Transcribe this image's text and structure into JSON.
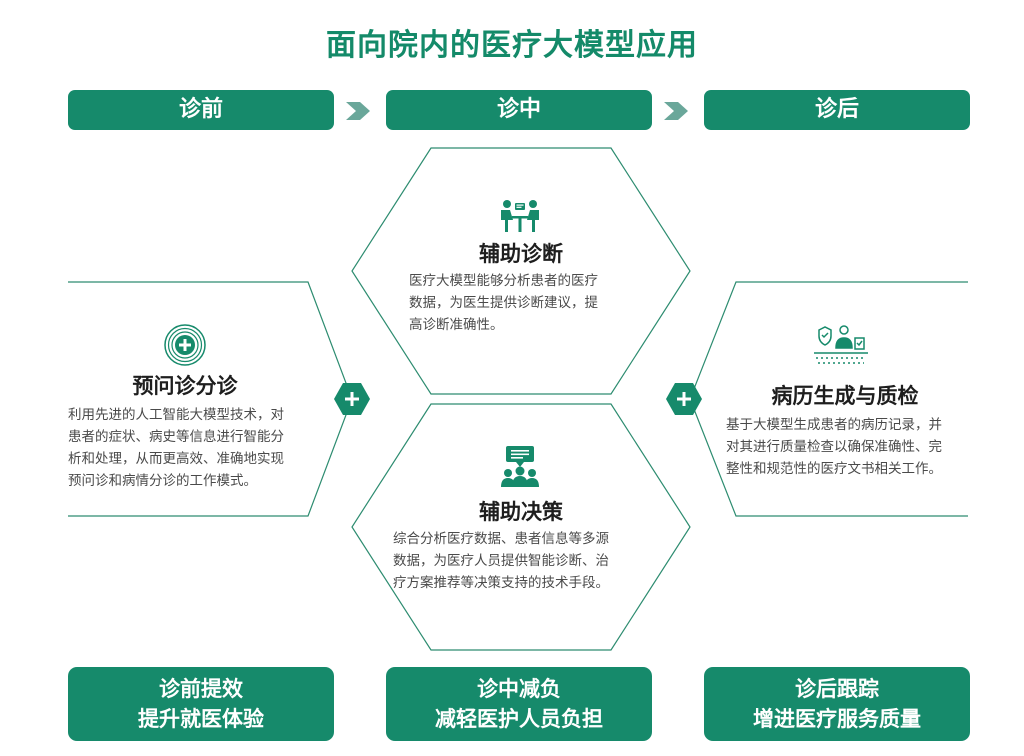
{
  "title": "面向院内的医疗大模型应用",
  "stages": [
    "诊前",
    "诊中",
    "诊后"
  ],
  "cards": {
    "pre": {
      "title": "预问诊分诊",
      "desc": [
        "利用先进的人工智能大模型技术，对",
        "患者的症状、病史等信息进行智能分",
        "析和处理，从而更高效、准确地实现",
        "预问诊和病情分诊的工作模式。"
      ],
      "icon": "plus-target-icon"
    },
    "diagnosis": {
      "title": "辅助诊断",
      "desc": [
        "医疗大模型能够分析患者的医疗",
        "数据，为医生提供诊断建议，提",
        "高诊断准确性。"
      ],
      "icon": "consultation-icon"
    },
    "decision": {
      "title": "辅助决策",
      "desc": [
        "综合分析医疗数据、患者信息等多源",
        "数据，为医疗人员提供智能诊断、治",
        "疗方案推荐等决策支持的技术手段。"
      ],
      "icon": "team-discussion-icon"
    },
    "post": {
      "title": "病历生成与质检",
      "desc": [
        "基于大模型生成患者的病历记录，并",
        "对其进行质量检查以确保准确性、完",
        "整性和规范性的医疗文书相关工作。"
      ],
      "icon": "record-check-icon"
    }
  },
  "footers": [
    {
      "line1": "诊前提效",
      "line2": "提升就医体验"
    },
    {
      "line1": "诊中减负",
      "line2": "减轻医护人员负担"
    },
    {
      "line1": "诊后跟踪",
      "line2": "增进医疗服务质量"
    }
  ],
  "colors": {
    "primary": "#168a6b",
    "title": "#148a69",
    "chevron": "#6aa79a"
  }
}
